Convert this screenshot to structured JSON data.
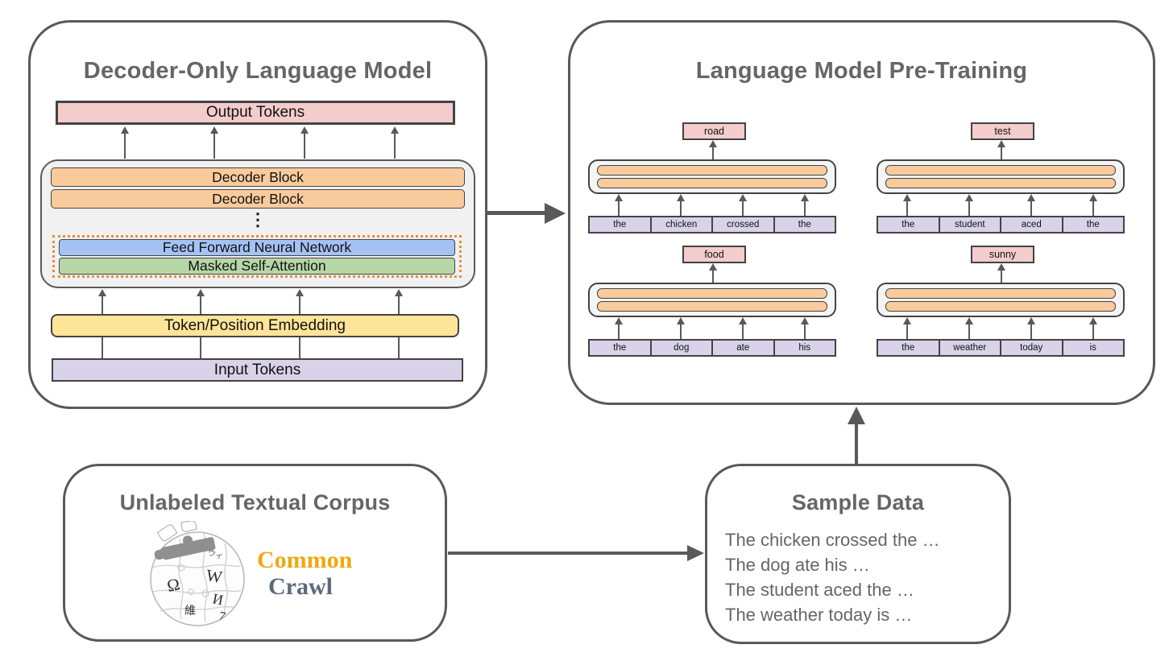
{
  "colors": {
    "outline_gray": "#595959",
    "bar_border": "#434343",
    "pink": "#f4cccc",
    "orange": "#f9cb9c",
    "blue": "#a4c2f4",
    "green": "#b6d7a8",
    "yellow": "#ffe599",
    "purple": "#d9d2e9",
    "stack_gray": "#f1f1f1",
    "dotted_orange": "#e69138",
    "title_gray": "#666666",
    "common_crawl_gold": "#efa90f",
    "common_crawl_slate": "#5a6b7c"
  },
  "decoder_panel": {
    "title": "Decoder-Only Language Model",
    "output_bar": "Output Tokens",
    "decoder_block_1": "Decoder Block",
    "decoder_block_2": "Decoder Block",
    "ellipsis": "⋮",
    "ffnn_bar": "Feed Forward Neural Network",
    "attention_bar": "Masked Self-Attention",
    "embedding_bar": "Token/Position Embedding",
    "input_bar": "Input Tokens"
  },
  "pretraining_panel": {
    "title": "Language Model Pre-Training",
    "examples": [
      {
        "output": "road",
        "tokens": [
          "the",
          "chicken",
          "crossed",
          "the"
        ]
      },
      {
        "output": "test",
        "tokens": [
          "the",
          "student",
          "aced",
          "the"
        ]
      },
      {
        "output": "food",
        "tokens": [
          "the",
          "dog",
          "ate",
          "his"
        ]
      },
      {
        "output": "sunny",
        "tokens": [
          "the",
          "weather",
          "today",
          "is"
        ]
      }
    ]
  },
  "corpus_panel": {
    "title": "Unlabeled Textual Corpus",
    "common_crawl_line1": "Common",
    "common_crawl_line2": "Crawl",
    "wiki_glyphs": {
      "g1": "W",
      "g2": "Ω",
      "g3": "И",
      "g4": "維",
      "g5": "7",
      "g6": "ウィ"
    }
  },
  "sample_panel": {
    "title": "Sample Data",
    "lines": {
      "l1": "The chicken crossed the …",
      "l2": "The dog ate his …",
      "l3": "The student aced the …",
      "l4": "The weather today is …"
    }
  }
}
